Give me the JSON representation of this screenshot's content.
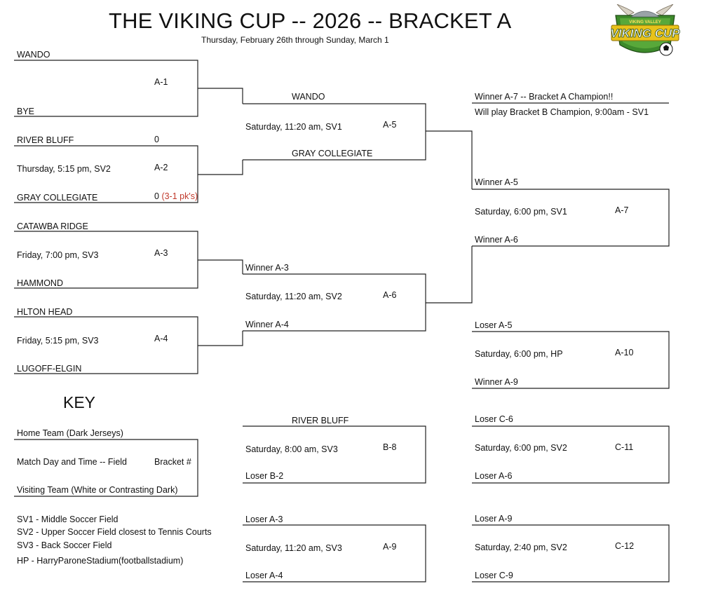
{
  "header": {
    "title": "THE VIKING CUP -- 2026 -- BRACKET A",
    "subtitle": "Thursday, February 26th through Sunday, March 1"
  },
  "logo": {
    "top_text": "VIKING VALLEY",
    "main_text": "VIKING CUP"
  },
  "round1": {
    "a1": {
      "top_team": "WANDO",
      "bottom_team": "BYE",
      "code": "A-1"
    },
    "a2": {
      "top_team": "RIVER BLUFF",
      "top_score": "0",
      "time": "Thursday, 5:15 pm, SV2",
      "code": "A-2",
      "bottom_team": "GRAY COLLEGIATE",
      "bottom_score": "0",
      "pk_note": "(3-1 pk's)"
    },
    "a3": {
      "top_team": "CATAWBA RIDGE",
      "time": "Friday, 7:00 pm, SV3",
      "code": "A-3",
      "bottom_team": "HAMMOND"
    },
    "a4": {
      "top_team": "HLTON HEAD",
      "time": "Friday, 5:15 pm, SV3",
      "code": "A-4",
      "bottom_team": "LUGOFF-ELGIN"
    }
  },
  "round2": {
    "a5": {
      "top_team": "WANDO",
      "time": "Saturday, 11:20 am, SV1",
      "code": "A-5",
      "bottom_team": "GRAY COLLEGIATE"
    },
    "a6": {
      "top_team": "Winner A-3",
      "time": "Saturday, 11:20 am, SV2",
      "code": "A-6",
      "bottom_team": "Winner A-4"
    }
  },
  "champion": {
    "line1": "Winner A-7 -- Bracket A Champion!!",
    "line2": "Will play Bracket B Champion, 9:00am - SV1"
  },
  "right": {
    "a7": {
      "top_team": "Winner A-5",
      "time": "Saturday, 6:00 pm, SV1",
      "code": "A-7",
      "bottom_team": "Winner A-6"
    },
    "a10": {
      "top_team": "Loser A-5",
      "time": "Saturday, 6:00 pm, HP",
      "code": "A-10",
      "bottom_team": "Winner A-9"
    },
    "c11": {
      "top_team": "Loser C-6",
      "time": "Saturday, 6:00 pm, SV2",
      "code": "C-11",
      "bottom_team": "Loser A-6"
    },
    "c12": {
      "top_team": "Loser A-9",
      "time": "Saturday, 2:40 pm, SV2",
      "code": "C-12",
      "bottom_team": "Loser C-9"
    }
  },
  "middle": {
    "b8": {
      "top_team": "RIVER BLUFF",
      "time": "Saturday, 8:00 am, SV3",
      "code": "B-8",
      "bottom_team": "Loser B-2"
    },
    "a9": {
      "top_team": "Loser A-3",
      "time": "Saturday, 11:20 am, SV3",
      "code": "A-9",
      "bottom_team": "Loser A-4"
    }
  },
  "key": {
    "heading": "KEY",
    "home": "Home Team (Dark Jerseys)",
    "match": "Match Day and Time -- Field",
    "bracket": "Bracket #",
    "visiting": "Visiting Team (White or Contrasting Dark)",
    "fields": [
      "SV1 - Middle Soccer Field",
      "SV2 - Upper Soccer Field closest to Tennis Courts",
      "SV3 - Back Soccer Field",
      "HP - HarryParoneStadium(footballstadium)"
    ]
  }
}
